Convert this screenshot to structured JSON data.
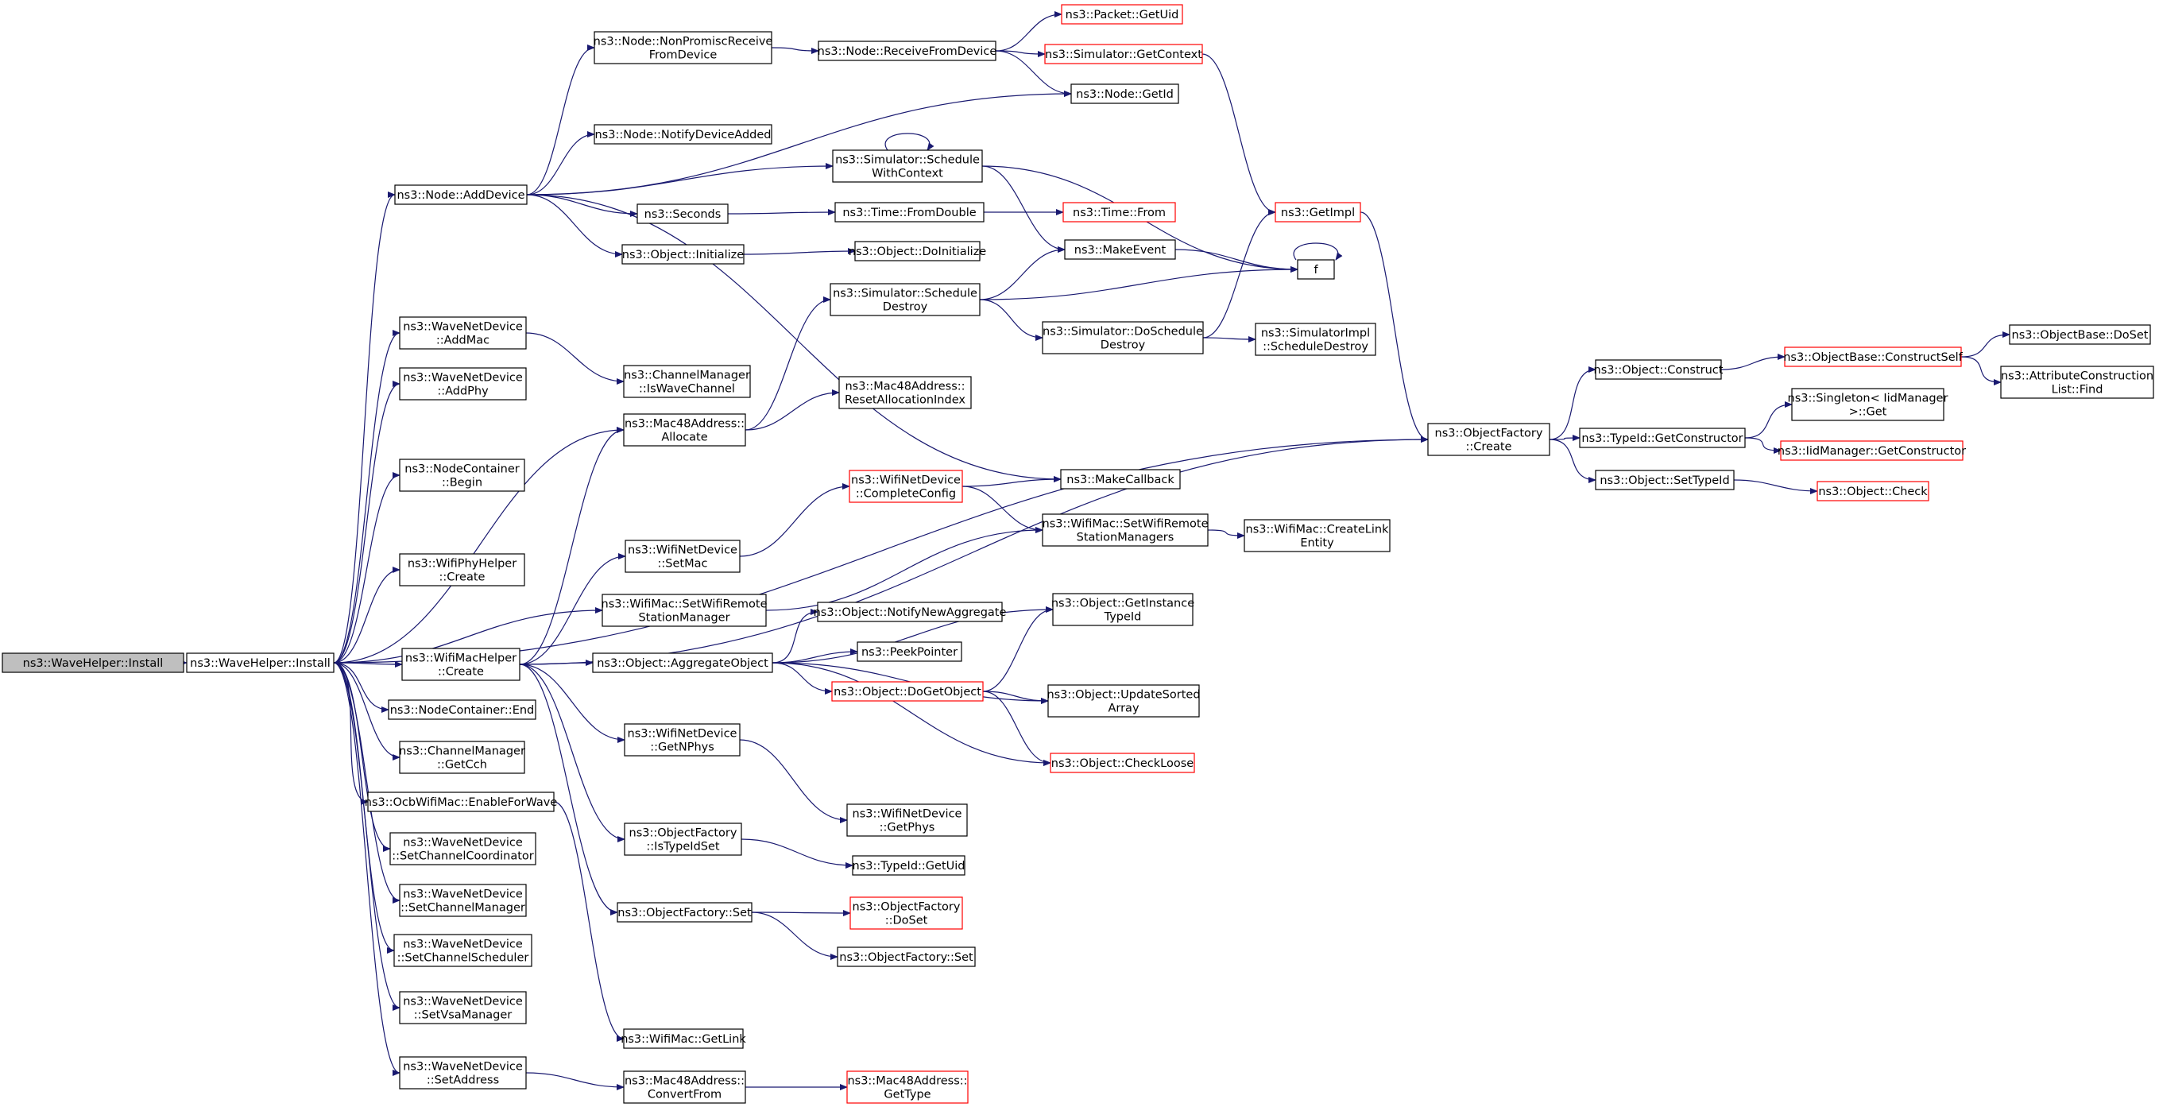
{
  "colors": {
    "edge": "#191970",
    "node_border": "#000000",
    "node_border_incomplete": "#ff0000",
    "node_fill": "#ffffff",
    "root_fill": "#bfbfbf"
  },
  "nodes": [
    {
      "id": "n0",
      "lines": [
        "ns3::WaveHelper::Install"
      ],
      "root": true
    },
    {
      "id": "n1",
      "lines": [
        "ns3::WaveHelper::Install"
      ]
    },
    {
      "id": "n2",
      "lines": [
        "ns3::Node::AddDevice"
      ]
    },
    {
      "id": "n3",
      "lines": [
        "ns3::Node::NonPromiscReceive",
        "FromDevice"
      ]
    },
    {
      "id": "n4",
      "lines": [
        "ns3::Node::ReceiveFromDevice"
      ]
    },
    {
      "id": "n5",
      "lines": [
        "ns3::Packet::GetUid"
      ],
      "incomplete": true
    },
    {
      "id": "n6",
      "lines": [
        "ns3::Simulator::GetContext"
      ],
      "incomplete": true
    },
    {
      "id": "n7",
      "lines": [
        "ns3::Node::GetId"
      ]
    },
    {
      "id": "n8",
      "lines": [
        "ns3::Node::NotifyDeviceAdded"
      ]
    },
    {
      "id": "n9",
      "lines": [
        "ns3::Simulator::Schedule",
        "WithContext"
      ]
    },
    {
      "id": "n10",
      "lines": [
        "ns3::Seconds"
      ]
    },
    {
      "id": "n11",
      "lines": [
        "ns3::Time::FromDouble"
      ]
    },
    {
      "id": "n12",
      "lines": [
        "ns3::Time::From"
      ],
      "incomplete": true
    },
    {
      "id": "n13",
      "lines": [
        "ns3::GetImpl"
      ],
      "incomplete": true
    },
    {
      "id": "n14",
      "lines": [
        "ns3::Object::Initialize"
      ]
    },
    {
      "id": "n15",
      "lines": [
        "ns3::Object::DoInitialize"
      ]
    },
    {
      "id": "n16",
      "lines": [
        "ns3::MakeEvent"
      ]
    },
    {
      "id": "n17",
      "lines": [
        "f"
      ]
    },
    {
      "id": "n18",
      "lines": [
        "ns3::Simulator::Schedule",
        "Destroy"
      ]
    },
    {
      "id": "n19",
      "lines": [
        "ns3::Simulator::DoSchedule",
        "Destroy"
      ]
    },
    {
      "id": "n20",
      "lines": [
        "ns3::SimulatorImpl",
        "::ScheduleDestroy"
      ]
    },
    {
      "id": "n21",
      "lines": [
        "ns3::WaveNetDevice",
        "::AddMac"
      ]
    },
    {
      "id": "n22",
      "lines": [
        "ns3::ChannelManager",
        "::IsWaveChannel"
      ]
    },
    {
      "id": "n23",
      "lines": [
        "ns3::WaveNetDevice",
        "::AddPhy"
      ]
    },
    {
      "id": "n24",
      "lines": [
        "ns3::Mac48Address::",
        "Allocate"
      ]
    },
    {
      "id": "n25",
      "lines": [
        "ns3::Mac48Address::",
        "ResetAllocationIndex"
      ]
    },
    {
      "id": "n26",
      "lines": [
        "ns3::ObjectFactory",
        "::Create"
      ]
    },
    {
      "id": "n27",
      "lines": [
        "ns3::Object::Construct"
      ]
    },
    {
      "id": "n28",
      "lines": [
        "ns3::ObjectBase::ConstructSelf"
      ],
      "incomplete": true
    },
    {
      "id": "n29",
      "lines": [
        "ns3::ObjectBase::DoSet"
      ]
    },
    {
      "id": "n30",
      "lines": [
        "ns3::AttributeConstruction",
        "List::Find"
      ]
    },
    {
      "id": "n31",
      "lines": [
        "ns3::TypeId::GetConstructor"
      ]
    },
    {
      "id": "n32",
      "lines": [
        "ns3::Singleton< IidManager",
        " >::Get"
      ]
    },
    {
      "id": "n33",
      "lines": [
        "ns3::IidManager::GetConstructor"
      ],
      "incomplete": true
    },
    {
      "id": "n34",
      "lines": [
        "ns3::Object::SetTypeId"
      ]
    },
    {
      "id": "n35",
      "lines": [
        "ns3::Object::Check"
      ],
      "incomplete": true
    },
    {
      "id": "n36",
      "lines": [
        "ns3::NodeContainer",
        "::Begin"
      ]
    },
    {
      "id": "n37",
      "lines": [
        "ns3::WifiNetDevice",
        "::CompleteConfig"
      ],
      "incomplete": true
    },
    {
      "id": "n38",
      "lines": [
        "ns3::MakeCallback"
      ]
    },
    {
      "id": "n39",
      "lines": [
        "ns3::WifiMac::SetWifiRemote",
        "StationManagers"
      ]
    },
    {
      "id": "n40",
      "lines": [
        "ns3::WifiMac::CreateLink",
        "Entity"
      ]
    },
    {
      "id": "n41",
      "lines": [
        "ns3::WifiPhyHelper",
        "::Create"
      ]
    },
    {
      "id": "n42",
      "lines": [
        "ns3::WifiNetDevice",
        "::SetMac"
      ]
    },
    {
      "id": "n43",
      "lines": [
        "ns3::WifiMac::SetWifiRemote",
        "StationManager"
      ]
    },
    {
      "id": "n44",
      "lines": [
        "ns3::Object::NotifyNewAggregate"
      ]
    },
    {
      "id": "n45",
      "lines": [
        "ns3::Object::GetInstance",
        "TypeId"
      ]
    },
    {
      "id": "n46",
      "lines": [
        "ns3::PeekPointer"
      ]
    },
    {
      "id": "n47",
      "lines": [
        "ns3::WifiMacHelper",
        "::Create"
      ]
    },
    {
      "id": "n48",
      "lines": [
        "ns3::Object::AggregateObject"
      ]
    },
    {
      "id": "n49",
      "lines": [
        "ns3::Object::DoGetObject"
      ],
      "incomplete": true
    },
    {
      "id": "n50",
      "lines": [
        "ns3::Object::UpdateSorted",
        "Array"
      ]
    },
    {
      "id": "n51",
      "lines": [
        "ns3::NodeContainer::End"
      ]
    },
    {
      "id": "n52",
      "lines": [
        "ns3::WifiNetDevice",
        "::GetNPhys"
      ]
    },
    {
      "id": "n53",
      "lines": [
        "ns3::Object::CheckLoose"
      ],
      "incomplete": true
    },
    {
      "id": "n54",
      "lines": [
        "ns3::ChannelManager",
        "::GetCch"
      ]
    },
    {
      "id": "n55",
      "lines": [
        "ns3::OcbWifiMac::EnableForWave"
      ]
    },
    {
      "id": "n56",
      "lines": [
        "ns3::WifiNetDevice",
        "::GetPhys"
      ]
    },
    {
      "id": "n57",
      "lines": [
        "ns3::ObjectFactory",
        "::IsTypeIdSet"
      ]
    },
    {
      "id": "n58",
      "lines": [
        "ns3::WaveNetDevice",
        "::SetChannelCoordinator"
      ]
    },
    {
      "id": "n59",
      "lines": [
        "ns3::TypeId::GetUid"
      ]
    },
    {
      "id": "n60",
      "lines": [
        "ns3::WaveNetDevice",
        "::SetChannelManager"
      ]
    },
    {
      "id": "n61",
      "lines": [
        "ns3::ObjectFactory::Set"
      ]
    },
    {
      "id": "n62",
      "lines": [
        "ns3::ObjectFactory",
        "::DoSet"
      ],
      "incomplete": true
    },
    {
      "id": "n63",
      "lines": [
        "ns3::WaveNetDevice",
        "::SetChannelScheduler"
      ]
    },
    {
      "id": "n64",
      "lines": [
        "ns3::ObjectFactory::Set"
      ]
    },
    {
      "id": "n65",
      "lines": [
        "ns3::WaveNetDevice",
        "::SetVsaManager"
      ]
    },
    {
      "id": "n66",
      "lines": [
        "ns3::WifiMac::GetLink"
      ]
    },
    {
      "id": "n67",
      "lines": [
        "ns3::WaveNetDevice",
        "::SetAddress"
      ]
    },
    {
      "id": "n68",
      "lines": [
        "ns3::Mac48Address::",
        "ConvertFrom"
      ]
    },
    {
      "id": "n69",
      "lines": [
        "ns3::Mac48Address::",
        "GetType"
      ],
      "incomplete": true
    }
  ],
  "edges": [
    [
      "n0",
      "n1"
    ],
    [
      "n1",
      "n2"
    ],
    [
      "n2",
      "n3"
    ],
    [
      "n3",
      "n4"
    ],
    [
      "n4",
      "n5"
    ],
    [
      "n4",
      "n6"
    ],
    [
      "n4",
      "n7"
    ],
    [
      "n2",
      "n7"
    ],
    [
      "n2",
      "n8"
    ],
    [
      "n2",
      "n9"
    ],
    [
      "n9",
      "n9"
    ],
    [
      "n9",
      "n16"
    ],
    [
      "n9",
      "n17"
    ],
    [
      "n2",
      "n10"
    ],
    [
      "n10",
      "n11"
    ],
    [
      "n11",
      "n12"
    ],
    [
      "n6",
      "n13"
    ],
    [
      "n2",
      "n14"
    ],
    [
      "n14",
      "n15"
    ],
    [
      "n2",
      "n38"
    ],
    [
      "n16",
      "n17"
    ],
    [
      "n17",
      "n17"
    ],
    [
      "n18",
      "n16"
    ],
    [
      "n18",
      "n17"
    ],
    [
      "n18",
      "n19"
    ],
    [
      "n19",
      "n13"
    ],
    [
      "n19",
      "n20"
    ],
    [
      "n13",
      "n26"
    ],
    [
      "n1",
      "n21"
    ],
    [
      "n21",
      "n22"
    ],
    [
      "n1",
      "n23"
    ],
    [
      "n1",
      "n24"
    ],
    [
      "n24",
      "n18"
    ],
    [
      "n24",
      "n25"
    ],
    [
      "n1",
      "n26"
    ],
    [
      "n26",
      "n27"
    ],
    [
      "n27",
      "n28"
    ],
    [
      "n28",
      "n29"
    ],
    [
      "n28",
      "n30"
    ],
    [
      "n26",
      "n31"
    ],
    [
      "n31",
      "n32"
    ],
    [
      "n31",
      "n33"
    ],
    [
      "n26",
      "n34"
    ],
    [
      "n34",
      "n35"
    ],
    [
      "n1",
      "n36"
    ],
    [
      "n1",
      "n41"
    ],
    [
      "n1",
      "n43"
    ],
    [
      "n43",
      "n39"
    ],
    [
      "n1",
      "n47"
    ],
    [
      "n47",
      "n24"
    ],
    [
      "n47",
      "n42"
    ],
    [
      "n42",
      "n37"
    ],
    [
      "n37",
      "n38"
    ],
    [
      "n37",
      "n39"
    ],
    [
      "n39",
      "n40"
    ],
    [
      "n47",
      "n48"
    ],
    [
      "n48",
      "n44"
    ],
    [
      "n48",
      "n45"
    ],
    [
      "n48",
      "n46"
    ],
    [
      "n48",
      "n49"
    ],
    [
      "n48",
      "n50"
    ],
    [
      "n48",
      "n53"
    ],
    [
      "n49",
      "n45"
    ],
    [
      "n49",
      "n50"
    ],
    [
      "n49",
      "n53"
    ],
    [
      "n47",
      "n52"
    ],
    [
      "n52",
      "n56"
    ],
    [
      "n47",
      "n57"
    ],
    [
      "n57",
      "n59"
    ],
    [
      "n47",
      "n61"
    ],
    [
      "n61",
      "n62"
    ],
    [
      "n61",
      "n64"
    ],
    [
      "n47",
      "n26"
    ],
    [
      "n1",
      "n51"
    ],
    [
      "n1",
      "n54"
    ],
    [
      "n1",
      "n55"
    ],
    [
      "n55",
      "n66"
    ],
    [
      "n1",
      "n58"
    ],
    [
      "n1",
      "n60"
    ],
    [
      "n1",
      "n63"
    ],
    [
      "n1",
      "n65"
    ],
    [
      "n1",
      "n67"
    ],
    [
      "n67",
      "n68"
    ],
    [
      "n68",
      "n69"
    ]
  ]
}
